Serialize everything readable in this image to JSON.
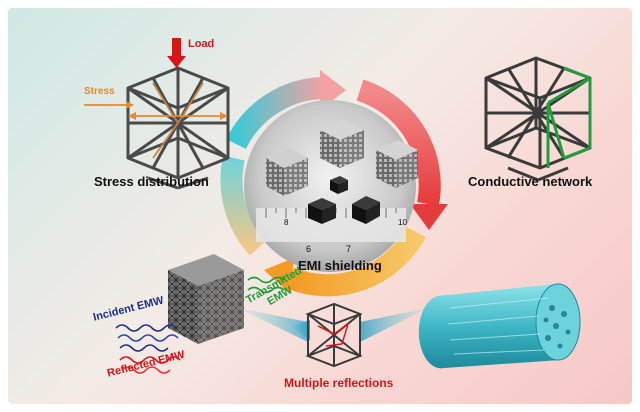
{
  "labels": {
    "load": "Load",
    "stress": "Stress",
    "stress_distribution": "Stress distribution",
    "conductive_network": "Conductive network",
    "emi_shielding": "EMI shielding",
    "incident_emw": "Incident EMW",
    "reflected_emw": "Reflected EMW",
    "transmitted_emw_line1": "Transmitted",
    "transmitted_emw_line2": "EMW",
    "multiple_reflections": "Multiple reflections"
  },
  "ruler": {
    "tick_6": "6",
    "tick_7": "7",
    "tick_8": "8",
    "tick_10": "10"
  },
  "colors": {
    "load_arrow": "#d8141b",
    "stress_arrows": "#e08a3a",
    "lattice_dark": "#4a4a4a",
    "conductive_green": "#1f9e3a",
    "cycle_cyan": "#3ec9d6",
    "cycle_red": "#f05a5a",
    "cycle_orange": "#f6a531",
    "incident_blue": "#1b2f8a",
    "reflected_red": "#d8141b",
    "transmitted_green": "#1f9e3a"
  }
}
